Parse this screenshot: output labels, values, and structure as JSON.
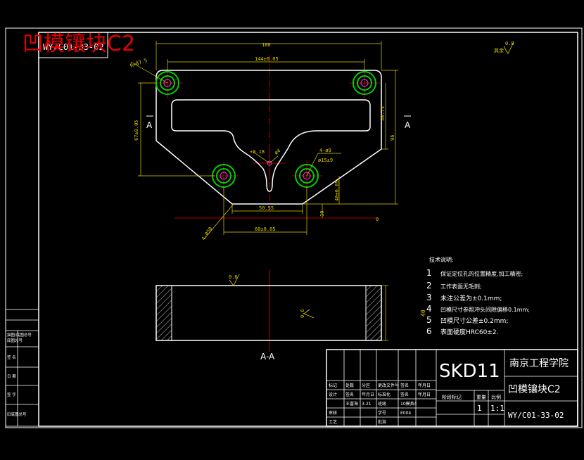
{
  "title_overlay": "凹模镶块C2",
  "drawing_number_top": "WY/C01-33-02",
  "dims": {
    "overall_width": "160",
    "hole_spacing_top": "144±0.05",
    "corner_radius": "R=87.5",
    "left_height": "67±0.05",
    "right_a": "58.73",
    "right_b": "96",
    "hole_spacing_bottom": "60±0.05",
    "bottom_flat": "50.55",
    "center_height": "40±0.05",
    "small_dim": "10",
    "center_tol": "+0.18",
    "center_dia": "ø4",
    "hole_spec_1": "4-ø9",
    "hole_spec_2": "ø15±9",
    "angle_dim": "4-R50",
    "roughness_top": "0.6",
    "roughness_side": "0.6",
    "section_height": "40",
    "origin_mark": "0",
    "other_roughness_value": "0.8",
    "other_roughness_label": "其余"
  },
  "section_labels": {
    "a_left": "A",
    "a_right": "A",
    "section_view": "A-A"
  },
  "tech_notes": {
    "heading": "技术说明:",
    "items": [
      {
        "num": "1",
        "text": "保证定位孔的位置精度,加工精密;"
      },
      {
        "num": "2",
        "text": "工作表面无毛刺;"
      },
      {
        "num": "3",
        "text": "未注公差为±0.1mm;"
      },
      {
        "num": "4",
        "text": "凹模尺寸参照冲头间隙偏移0.1mm;"
      },
      {
        "num": "5",
        "text": "凹模尺寸公差±0.2mm;"
      },
      {
        "num": "6",
        "text": "表面硬度HRC60±2."
      }
    ]
  },
  "title_block": {
    "material": "SKD11",
    "school": "南京工程学院",
    "part_name": "凹模镶块C2",
    "drawing_number": "WY/C01-33-02",
    "stage_label": "阶段标记",
    "weight_label": "重量",
    "scale_label": "比例",
    "quantity": "1",
    "scale": "1:1",
    "header_row": [
      "标记",
      "处数",
      "分区",
      "更改文件号",
      "签名",
      "年月日"
    ],
    "row2": [
      "设计",
      "签名",
      "年月日",
      "标准化",
      "签名",
      "年月日"
    ],
    "designer": "王富海",
    "date": "3-21",
    "class_label": "班级",
    "class_value": "10模具4",
    "student_label": "学号",
    "student_value": "E004",
    "approve_label": "审核",
    "process_label": "工艺",
    "ratify_label": "批准"
  },
  "left_strip": [
    "描图/底图总号",
    "底图总号",
    "签 名",
    "日 期",
    "签 字",
    "旧底图总号"
  ]
}
